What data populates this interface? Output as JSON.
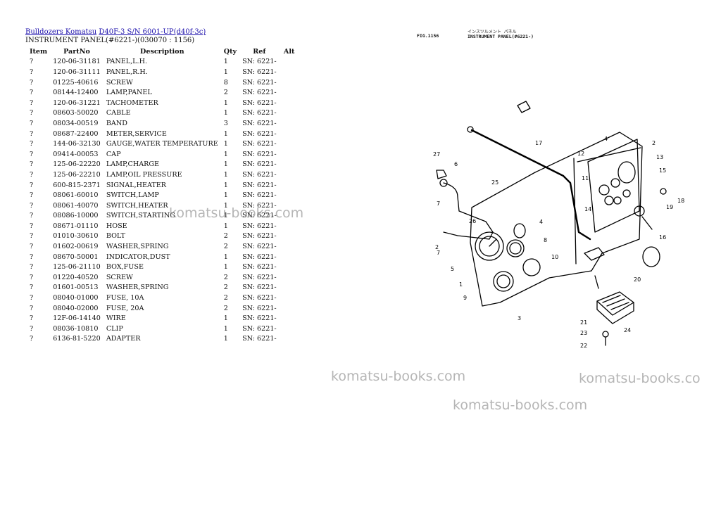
{
  "breadcrumb": {
    "link1": "Bulldozers Komatsu",
    "link2": "D40F-3 S/N 6001-UP(d40f-3c)"
  },
  "page_title": "INSTRUMENT PANEL(#6221-)(030070 : 1156)",
  "table": {
    "headers": [
      "Item",
      "PartNo",
      "Description",
      "Qty",
      "Ref",
      "Alt"
    ],
    "rows": [
      [
        "?",
        "120-06-31181",
        "PANEL,L.H.",
        "1",
        "SN: 6221-"
      ],
      [
        "?",
        "120-06-31111",
        "PANEL,R.H.",
        "1",
        "SN: 6221-"
      ],
      [
        "?",
        "01225-40616",
        "SCREW",
        "8",
        "SN: 6221-"
      ],
      [
        "?",
        "08144-12400",
        "LAMP,PANEL",
        "2",
        "SN: 6221-"
      ],
      [
        "?",
        "120-06-31221",
        "TACHOMETER",
        "1",
        "SN: 6221-"
      ],
      [
        "?",
        "08603-50020",
        "CABLE",
        "1",
        "SN: 6221-"
      ],
      [
        "?",
        "08034-00519",
        "BAND",
        "3",
        "SN: 6221-"
      ],
      [
        "?",
        "08687-22400",
        "METER,SERVICE",
        "1",
        "SN: 6221-"
      ],
      [
        "?",
        "144-06-32130",
        "GAUGE,WATER TEMPERATURE",
        "1",
        "SN: 6221-"
      ],
      [
        "?",
        "09414-00053",
        "CAP",
        "1",
        "SN: 6221-"
      ],
      [
        "?",
        "125-06-22220",
        "LAMP,CHARGE",
        "1",
        "SN: 6221-"
      ],
      [
        "?",
        "125-06-22210",
        "LAMP,OIL PRESSURE",
        "1",
        "SN: 6221-"
      ],
      [
        "?",
        "600-815-2371",
        "SIGNAL,HEATER",
        "1",
        "SN: 6221-"
      ],
      [
        "?",
        "08061-60010",
        "SWITCH,LAMP",
        "1",
        "SN: 6221-"
      ],
      [
        "?",
        "08061-40070",
        "SWITCH,HEATER",
        "1",
        "SN: 6221-"
      ],
      [
        "?",
        "08086-10000",
        "SWITCH,STARTING",
        "1",
        "SN: 6221-"
      ],
      [
        "?",
        "08671-01110",
        "HOSE",
        "1",
        "SN: 6221-"
      ],
      [
        "?",
        "01010-30610",
        "BOLT",
        "2",
        "SN: 6221-"
      ],
      [
        "?",
        "01602-00619",
        "WASHER,SPRING",
        "2",
        "SN: 6221-"
      ],
      [
        "?",
        "08670-50001",
        "INDICATOR,DUST",
        "1",
        "SN: 6221-"
      ],
      [
        "?",
        "125-06-21110",
        "BOX,FUSE",
        "1",
        "SN: 6221-"
      ],
      [
        "?",
        "01220-40520",
        "SCREW",
        "2",
        "SN: 6221-"
      ],
      [
        "?",
        "01601-00513",
        "WASHER,SPRING",
        "2",
        "SN: 6221-"
      ],
      [
        "?",
        "08040-01000",
        "FUSE, 10A",
        "2",
        "SN: 6221-"
      ],
      [
        "?",
        "08040-02000",
        "FUSE, 20A",
        "2",
        "SN: 6221-"
      ],
      [
        "?",
        "12F-06-14140",
        "WIRE",
        "1",
        "SN: 6221-"
      ],
      [
        "?",
        "08036-10810",
        "CLIP",
        "1",
        "SN: 6221-"
      ],
      [
        "?",
        "6136-81-5220",
        "ADAPTER",
        "1",
        "SN: 6221-"
      ]
    ]
  },
  "figure": {
    "fig_number": "FIG.1156",
    "fig_title_jp": "インスツルメント パネル",
    "fig_title": "INSTRUMENT PANEL(#6221-)",
    "callouts": [
      "1",
      "2",
      "3",
      "4",
      "5",
      "6",
      "7",
      "8",
      "9",
      "10",
      "11",
      "12",
      "13",
      "14",
      "15",
      "16",
      "17",
      "18",
      "19",
      "20",
      "21",
      "22",
      "23",
      "24",
      "25",
      "26",
      "27",
      "2",
      "4",
      "7"
    ]
  },
  "watermarks": [
    "komatsu-books.com",
    "komatsu-books.com",
    "komatsu-books.co",
    "komatsu-books.com"
  ]
}
